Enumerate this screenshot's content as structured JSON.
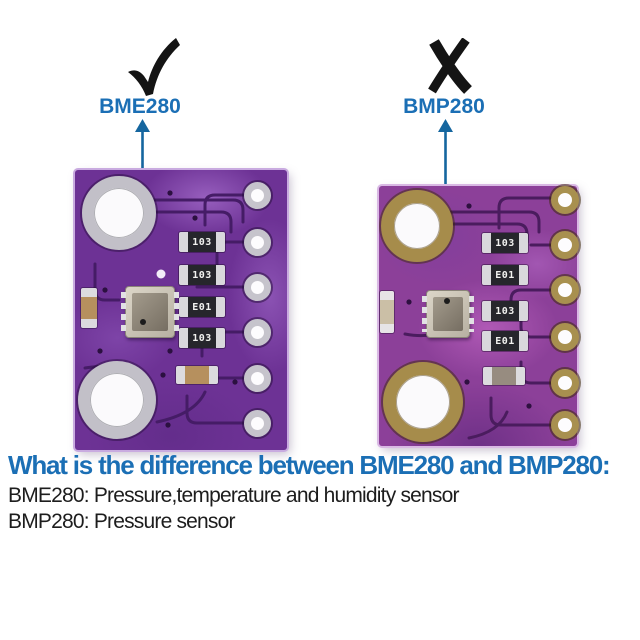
{
  "colors": {
    "accent_blue": "#1B6FB5",
    "leader_blue": "#15669F",
    "mark_black": "#141414",
    "pcb_left_purple": "#6D3295",
    "pcb_right_magenta": "#8C4099",
    "pad_silver": "#C6C4CC",
    "pad_gold": "#A8904F"
  },
  "comparison": {
    "left": {
      "verdict": "check",
      "label": "BME280",
      "board": {
        "pad_finish": "silver",
        "resistors": [
          "103",
          "103",
          "E01",
          "103"
        ]
      }
    },
    "right": {
      "verdict": "x",
      "label": "BMP280",
      "board": {
        "pad_finish": "gold",
        "resistors": [
          "103",
          "E01",
          "103",
          "E01"
        ]
      }
    }
  },
  "footer": {
    "title": "What is the difference between BME280 and BMP280:",
    "line1": "BME280: Pressure,temperature and humidity sensor",
    "line2": "BMP280: Pressure sensor"
  }
}
